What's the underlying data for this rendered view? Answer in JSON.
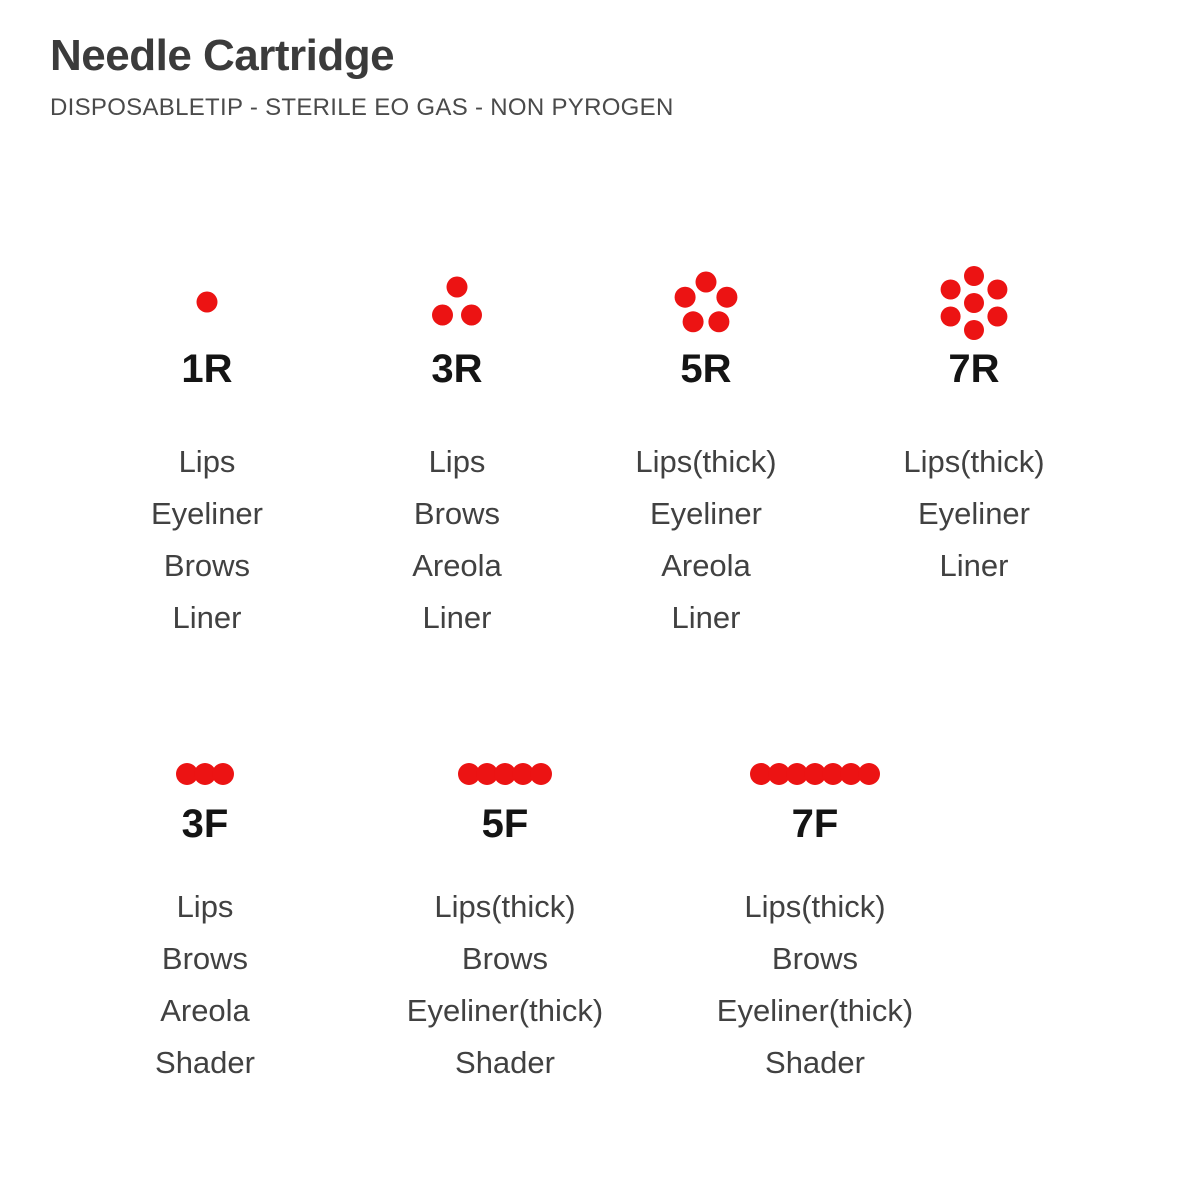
{
  "header": {
    "title": "Needle Cartridge",
    "subtitle": "DISPOSABLETIP - STERILE EO GAS - NON PYROGEN"
  },
  "colors": {
    "page_bg": "#ffffff",
    "dot_red": "#EC1313",
    "title_text": "#3b3b3b",
    "subtitle_text": "#4a4a4a",
    "code_text": "#141414",
    "use_text": "#414141"
  },
  "cartridges": [
    {
      "code": "1R",
      "pattern": "round-1",
      "uses": [
        "Lips",
        "Eyeliner",
        "Brows",
        "Liner"
      ]
    },
    {
      "code": "3R",
      "pattern": "round-3",
      "uses": [
        "Lips",
        "Brows",
        "Areola",
        "Liner"
      ]
    },
    {
      "code": "5R",
      "pattern": "round-5",
      "uses": [
        "Lips(thick)",
        "Eyeliner",
        "Areola",
        "Liner"
      ]
    },
    {
      "code": "7R",
      "pattern": "round-7",
      "uses": [
        "Lips(thick)",
        "Eyeliner",
        "Liner"
      ]
    },
    {
      "code": "3F",
      "pattern": "flat-3",
      "uses": [
        "Lips",
        "Brows",
        "Areola",
        "Shader"
      ]
    },
    {
      "code": "5F",
      "pattern": "flat-5",
      "uses": [
        "Lips(thick)",
        "Brows",
        "Eyeliner(thick)",
        "Shader"
      ]
    },
    {
      "code": "7F",
      "pattern": "flat-7",
      "uses": [
        "Lips(thick)",
        "Brows",
        "Eyeliner(thick)",
        "Shader"
      ]
    }
  ]
}
